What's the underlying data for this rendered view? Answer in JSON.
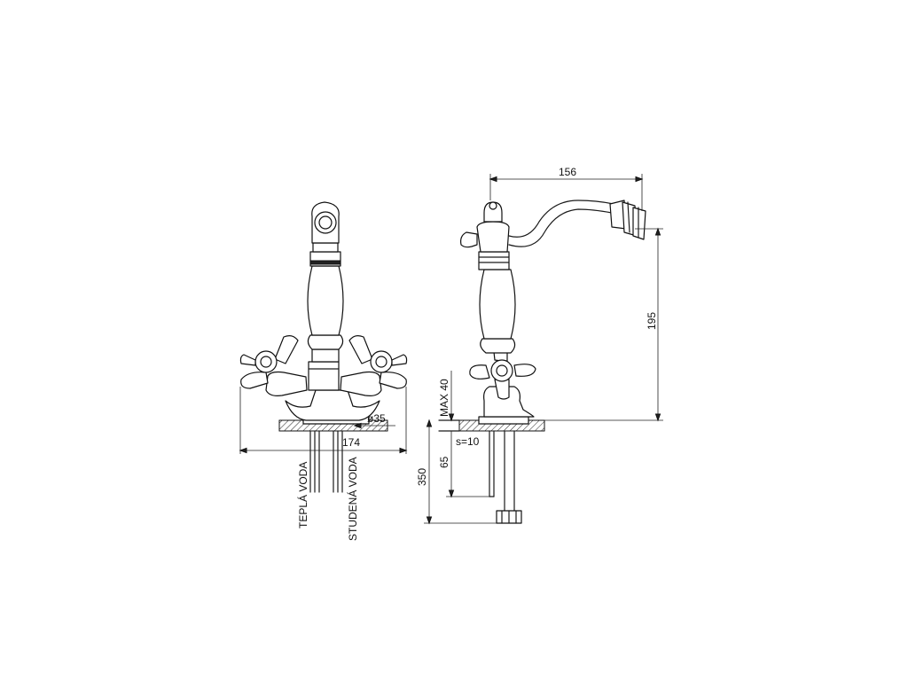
{
  "labels": {
    "width_top": "156",
    "height_spout": "195",
    "max_thickness": "MAX 40",
    "diameter": "ø35",
    "base_width": "174",
    "wall": "s=10",
    "hose_65": "65",
    "hose_350": "350",
    "hot_water": "TEPLÁ VODA",
    "cold_water": "STUDENÁ VODA"
  }
}
